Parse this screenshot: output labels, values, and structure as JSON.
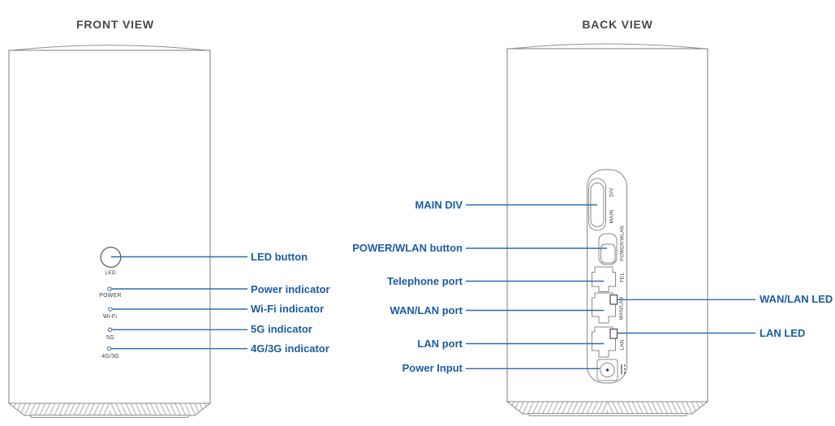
{
  "colors": {
    "callout_text": "#1b5ca6",
    "callout_line": "#2e6ba8",
    "device_outline": "#7d7d7d",
    "title_text": "#48484c",
    "small_label_text": "#3f3f3f"
  },
  "front": {
    "title": "FRONT VIEW",
    "device_labels": {
      "led": "LED",
      "power": "POWER",
      "wifi": "Wi-Fi",
      "five_g": "5G",
      "four_g": "4G/3G"
    },
    "callouts": {
      "led_button": "LED button",
      "power_indicator": "Power indicator",
      "wifi_indicator": "Wi-Fi indicator",
      "five_g_indicator": "5G indicator",
      "four_g_indicator": "4G/3G indicator"
    }
  },
  "back": {
    "title": "BACK VIEW",
    "panel_labels": {
      "div": "DIV",
      "main": "MAIN",
      "power_wlan": "POWER/WLAN",
      "tel": "TEL",
      "wan_lan": "WAN/LAN",
      "lan": "LAN"
    },
    "callouts_left": {
      "main_div": "MAIN DIV",
      "power_wlan_button": "POWER/WLAN button",
      "telephone_port": "Telephone port",
      "wan_lan_port": "WAN/LAN port",
      "lan_port": "LAN port",
      "power_input": "Power Input"
    },
    "callouts_right": {
      "wan_lan_led": "WAN/LAN LED",
      "lan_led": "LAN LED"
    }
  }
}
